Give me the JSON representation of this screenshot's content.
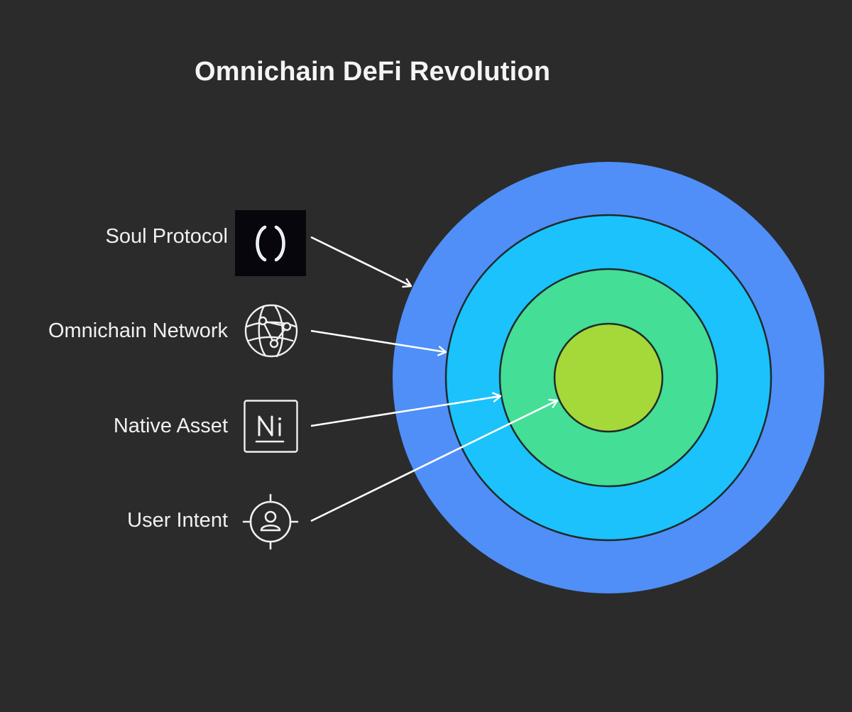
{
  "title": "Omnichain DeFi Revolution",
  "layers": [
    {
      "label": "Soul Protocol",
      "icon": "soul-protocol-logo-icon",
      "color": "#4f8ff7"
    },
    {
      "label": "Omnichain Network",
      "icon": "globe-network-icon",
      "color": "#1bc2fb"
    },
    {
      "label": "Native Asset",
      "icon": "native-asset-ni-icon",
      "color": "#44de96"
    },
    {
      "label": "User Intent",
      "icon": "user-target-icon",
      "color": "#a5d839"
    }
  ],
  "colors": {
    "background": "#2b2b2b",
    "ring_outline": "#1f2a2a",
    "text": "#f0f0f0"
  }
}
